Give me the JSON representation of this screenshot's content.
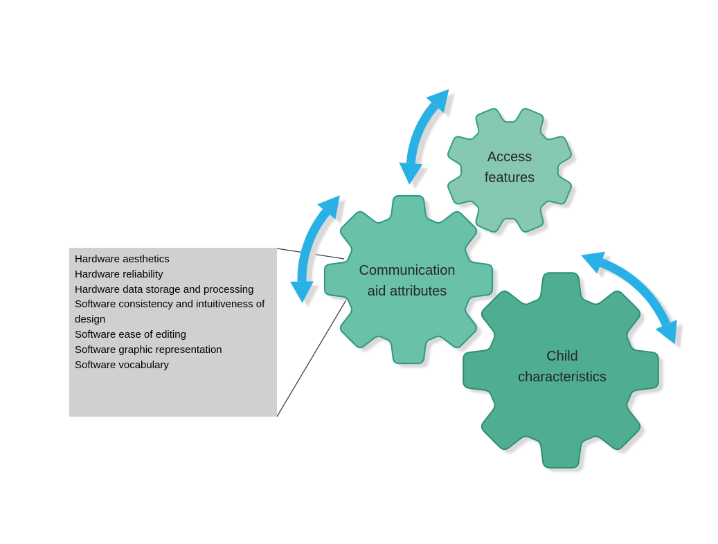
{
  "colors": {
    "arrow_blue": "#29b1e6",
    "shadow_gray": "#d9d9d9",
    "connector_line": "#404040",
    "box_bg": "#d1cfcf",
    "label_text": "#262626",
    "list_text": "#000000"
  },
  "attribute_box": {
    "items": [
      "Hardware aesthetics",
      "Hardware reliability",
      "Hardware data storage and processing",
      "Software consistency and intuitiveness of design",
      "Software ease of editing",
      "Software graphic representation",
      "Software vocabulary"
    ]
  },
  "gears": [
    {
      "id": "access-features",
      "label_lines": [
        "Access",
        "features"
      ],
      "fill": "#87c8b3",
      "stroke": "#2f9e83"
    },
    {
      "id": "communication-aid-attributes",
      "label_lines": [
        "Communication",
        "aid attributes"
      ],
      "fill": "#69c1aa",
      "stroke": "#2e9880"
    },
    {
      "id": "child-characteristics",
      "label_lines": [
        "Child",
        "characteristics"
      ],
      "fill": "#4fae92",
      "stroke": "#2c8e74"
    }
  ]
}
